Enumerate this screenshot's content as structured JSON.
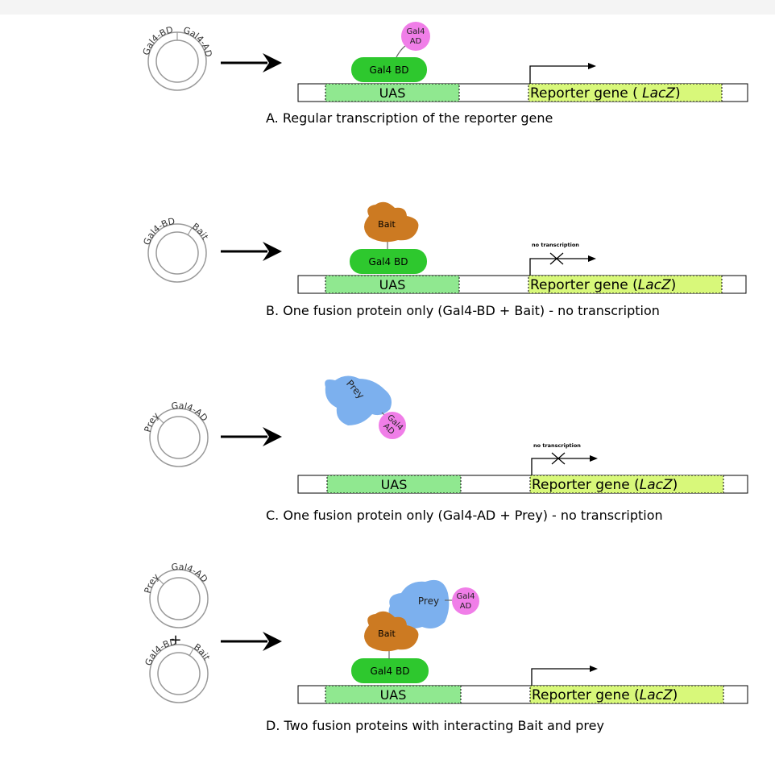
{
  "panels": [
    {
      "id": "A",
      "caption": "A. Regular transcription of the reporter gene",
      "plasmids": [
        {
          "labels": [
            "Gal4-BD",
            "Gal4-AD"
          ]
        }
      ],
      "plus_sign": "",
      "uas_label": "UAS",
      "reporter_label": "Reporter gene ( ",
      "reporter_italic": "LacZ",
      "reporter_close": ")",
      "bd_label": "Gal4 BD",
      "ad_label": [
        "Gal4",
        "AD"
      ],
      "no_transcription_label": ""
    },
    {
      "id": "B",
      "caption": "B. One fusion protein only (Gal4-BD + Bait) - no transcription",
      "plasmids": [
        {
          "labels": [
            "Gal4-BD",
            "Bait"
          ]
        }
      ],
      "uas_label": "UAS",
      "reporter_label": "Reporter gene (",
      "reporter_italic": "LacZ",
      "reporter_close": ")",
      "bd_label": "Gal4 BD",
      "bait_label": "Bait",
      "no_transcription_label": "no transcription"
    },
    {
      "id": "C",
      "caption": "C. One fusion protein only (Gal4-AD + Prey) - no transcription",
      "plasmids": [
        {
          "labels": [
            "Prey",
            "Gal4-AD"
          ]
        }
      ],
      "uas_label": "UAS",
      "reporter_label": "Reporter gene (",
      "reporter_italic": "LacZ",
      "reporter_close": ")",
      "prey_label": "Prey",
      "ad_label": [
        "Gal4",
        "AD"
      ],
      "no_transcription_label": "no transcription"
    },
    {
      "id": "D",
      "caption": "D. Two fusion proteins with interacting Bait and  prey",
      "plasmids": [
        {
          "labels": [
            "Prey",
            "Gal4-AD"
          ]
        },
        {
          "labels": [
            "Gal4-BD",
            "Bait"
          ]
        }
      ],
      "plus_sign": "+",
      "uas_label": "UAS",
      "reporter_label": "Reporter gene (",
      "reporter_italic": "LacZ",
      "reporter_close": ")",
      "bd_label": "Gal4 BD",
      "bait_label": "Bait",
      "prey_label": "Prey",
      "ad_label": [
        "Gal4",
        "AD"
      ],
      "no_transcription_label": ""
    }
  ],
  "colors": {
    "uas_fill": "#90e890",
    "reporter_fill": "#d8f87a",
    "bd_fill": "#2ec82e",
    "ad_fill": "#f07ee8",
    "bait_fill": "#cc7a22",
    "prey_fill": "#7cb0ee",
    "line": "#000000"
  }
}
